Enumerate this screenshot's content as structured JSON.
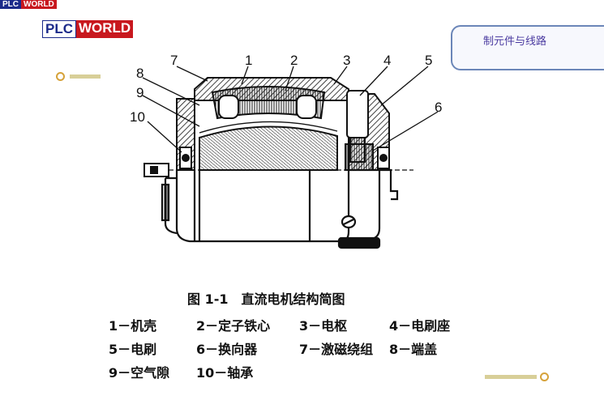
{
  "logo_small": {
    "plc": "PLC",
    "world": "WORLD"
  },
  "logo_main": {
    "plc": "PLC",
    "world": "WORLD"
  },
  "tab": {
    "text": "制元件与线路"
  },
  "diagram": {
    "labels": [
      {
        "id": "label-7",
        "text": "7"
      },
      {
        "id": "label-1",
        "text": "1"
      },
      {
        "id": "label-2",
        "text": "2"
      },
      {
        "id": "label-3",
        "text": "3"
      },
      {
        "id": "label-4",
        "text": "4"
      },
      {
        "id": "label-5",
        "text": "5"
      },
      {
        "id": "label-8",
        "text": "8"
      },
      {
        "id": "label-9",
        "text": "9"
      },
      {
        "id": "label-6",
        "text": "6"
      },
      {
        "id": "label-10",
        "text": "10"
      }
    ]
  },
  "caption": "图 1-1　直流电机结构简图",
  "legend": [
    [
      "1－机壳",
      "2－定子铁心",
      "3－电枢",
      "4－电刷座"
    ],
    [
      "5－电刷",
      "6－换向器",
      "7－激磁绕组",
      "8－端盖"
    ],
    [
      "9－空气隙",
      "10－轴承"
    ]
  ],
  "colors": {
    "accent_ring": "#d6a23a",
    "accent_bar": "#d8cf98",
    "tab_border": "#6b86b8",
    "logo_red": "#c8181e",
    "logo_blue": "#1b2a8a"
  }
}
